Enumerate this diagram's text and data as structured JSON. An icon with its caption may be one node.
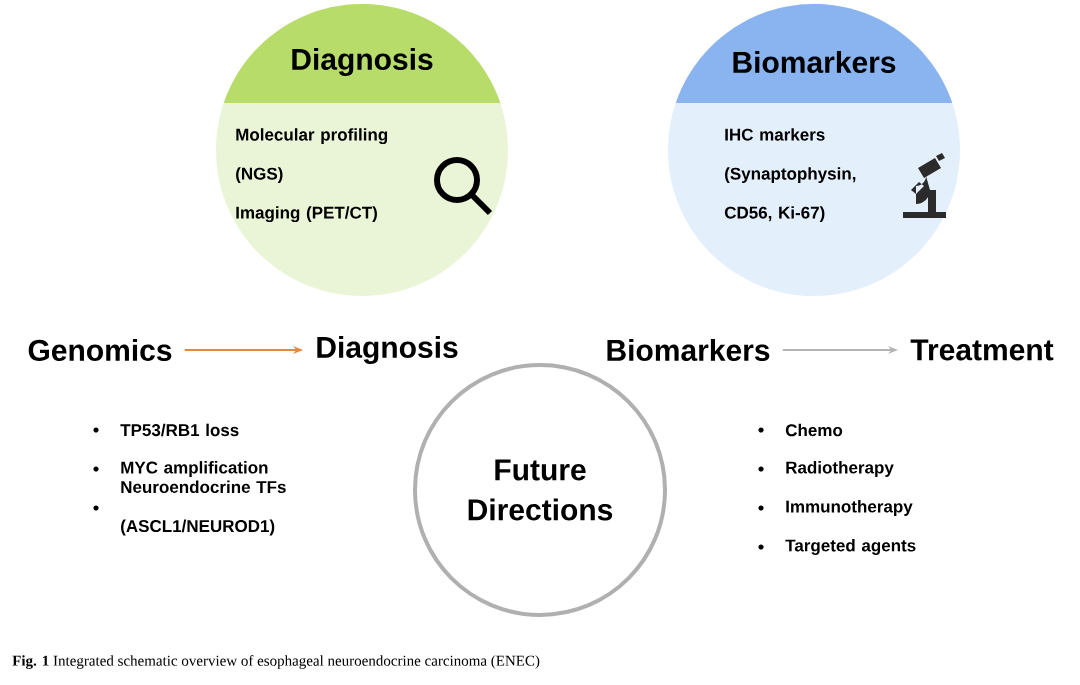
{
  "diagram": {
    "caption": "**Fig. 1** Integrated schematic overview of esophageal neuroendocrine carcinoma (ENEC)",
    "nodes": [
      {
        "text": [
          "Diagnosis",
          "Molecular profiling (NGS)",
          "Imaging (PET/CT)"
        ]
      },
      {
        "text": [
          "Biomarkers",
          "IHC markers",
          "(Synaptophysin, CD56, Ki-67)"
        ]
      },
      {
        "text": [
          "Genomics"
        ]
      },
      {
        "text": [
          "Diagnosis"
        ]
      },
      {
        "text": [
          "Biomarkers"
        ]
      },
      {
        "text": [
          "Treatment"
        ]
      },
      {
        "text": [
          "Future Directions"
        ]
      }
    ],
    "edges": [
      {
        "from": 2,
        "to": 3,
        "arrow": "to",
        "color": "#e8883a"
      },
      {
        "from": 4,
        "to": 5,
        "arrow": "to",
        "color": "#b4b4b4"
      }
    ],
    "labels": [
      "TP53/RB1 loss",
      "MYC amplification",
      "Neuroendocrine TFs (ASCL1/NEUROD1)",
      "Chemo",
      "Radiotherapy",
      "Immunotherapy",
      "Targeted agents"
    ]
  }
}
